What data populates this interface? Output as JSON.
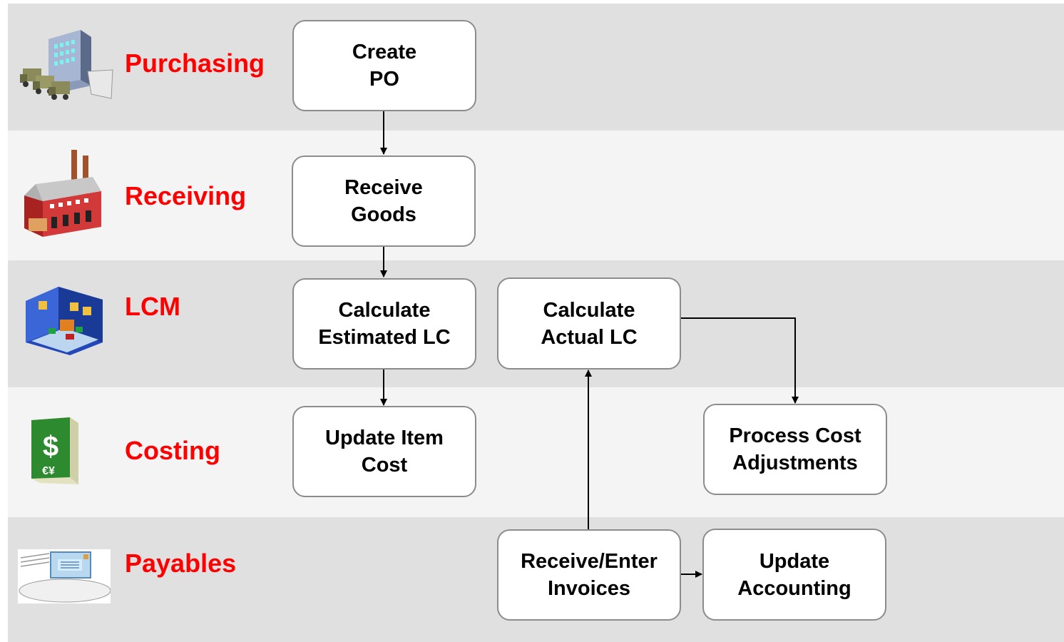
{
  "lanes": [
    {
      "id": "purchasing",
      "label": "Purchasing",
      "icon": "building-trucks-icon"
    },
    {
      "id": "receiving",
      "label": "Receiving",
      "icon": "factory-icon"
    },
    {
      "id": "lcm",
      "label": "LCM",
      "icon": "warehouse-icon"
    },
    {
      "id": "costing",
      "label": "Costing",
      "icon": "money-book-icon"
    },
    {
      "id": "payables",
      "label": "Payables",
      "icon": "envelope-icon"
    }
  ],
  "steps": {
    "create_po": "Create\nPO",
    "receive_goods": "Receive\nGoods",
    "calc_estimated": "Calculate\nEstimated LC",
    "calc_actual": "Calculate\nActual LC",
    "update_item_cost": "Update Item\nCost",
    "process_cost_adj": "Process Cost\nAdjustments",
    "receive_invoices": "Receive/Enter\nInvoices",
    "update_accounting": "Update\nAccounting"
  },
  "colors": {
    "lane_label": "#ff0000",
    "lane_dark": "#e0e0e0",
    "lane_light": "#f4f4f4",
    "box_border": "#8c8c8c"
  }
}
